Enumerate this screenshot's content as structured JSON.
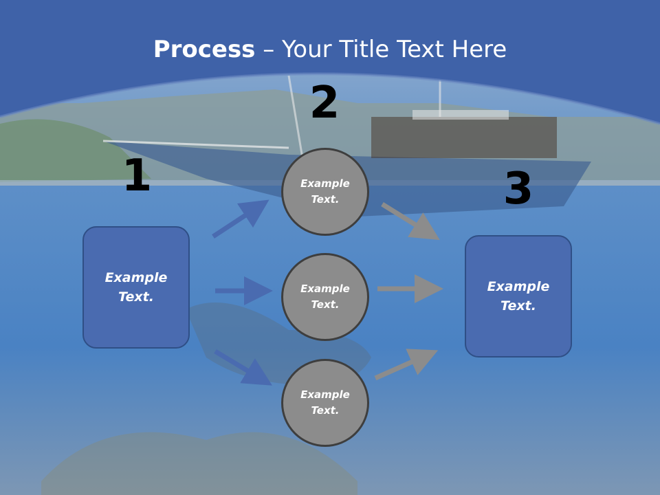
{
  "title": {
    "bold": "Process",
    "rest": " – Your Title Text Here"
  },
  "steps": {
    "step1_number": "1",
    "step2_number": "2",
    "step3_number": "3"
  },
  "nodes": {
    "left_box": "Example\nText.",
    "circle_top": "Example\nText.",
    "circle_middle": "Example\nText.",
    "circle_bottom": "Example\nText.",
    "right_box": "Example\nText."
  },
  "colors": {
    "box_fill": "#4a6bb0",
    "circle_fill": "#8c8c8c",
    "arrow_blue": "#4a6bb0",
    "arrow_gray": "#8c8c8c",
    "header_band": "#3f62a8"
  }
}
